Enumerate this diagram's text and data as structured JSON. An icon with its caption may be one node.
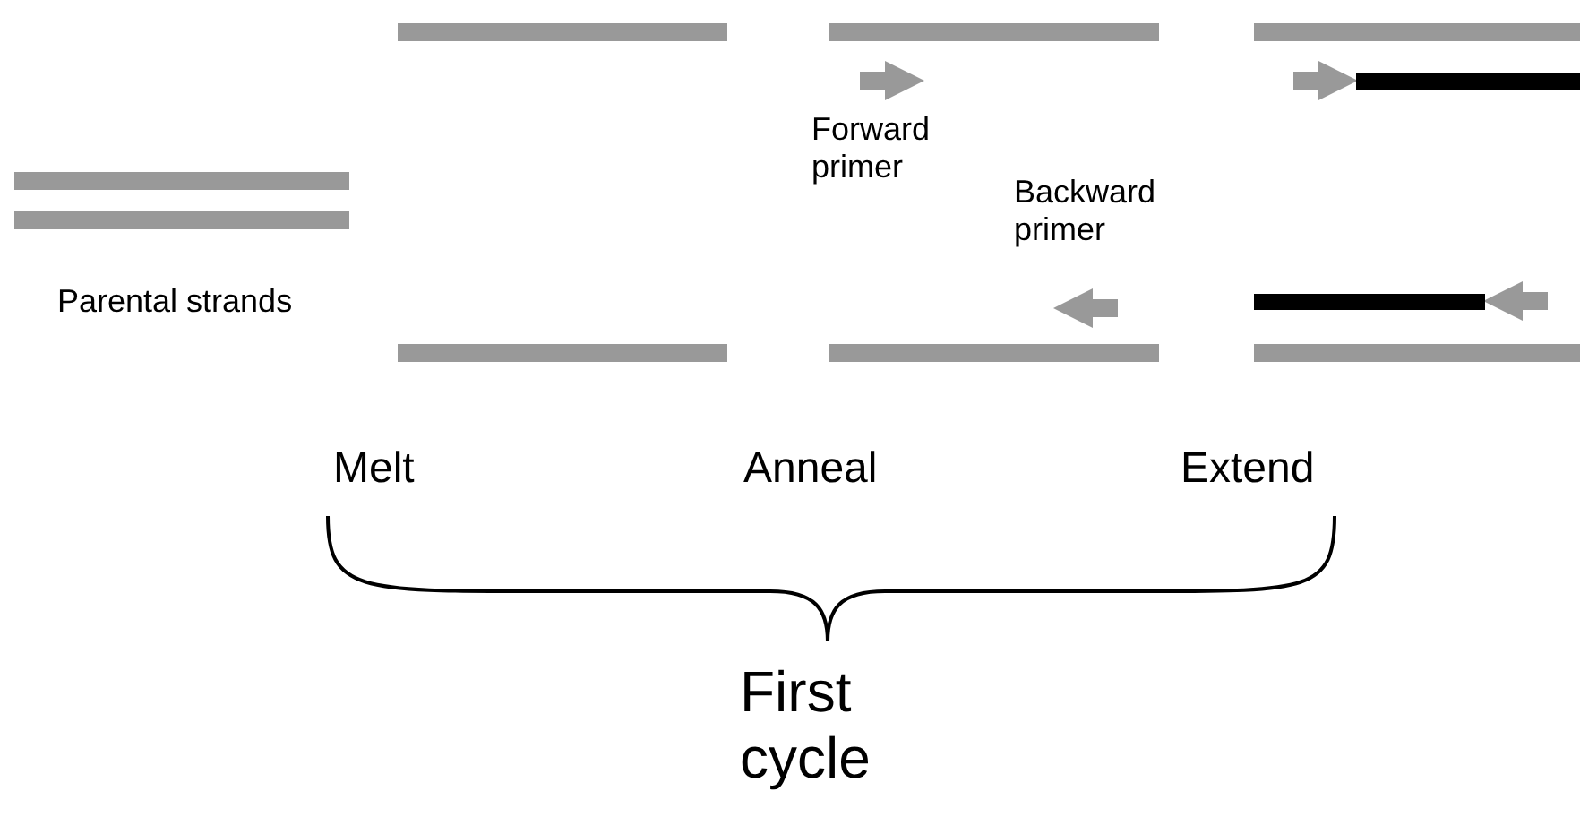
{
  "diagram": {
    "labels": [
      "Forward primer",
      "Backward primer",
      "Parental strands",
      "Melt",
      "Anneal",
      "Extend",
      "First cycle"
    ]
  }
}
